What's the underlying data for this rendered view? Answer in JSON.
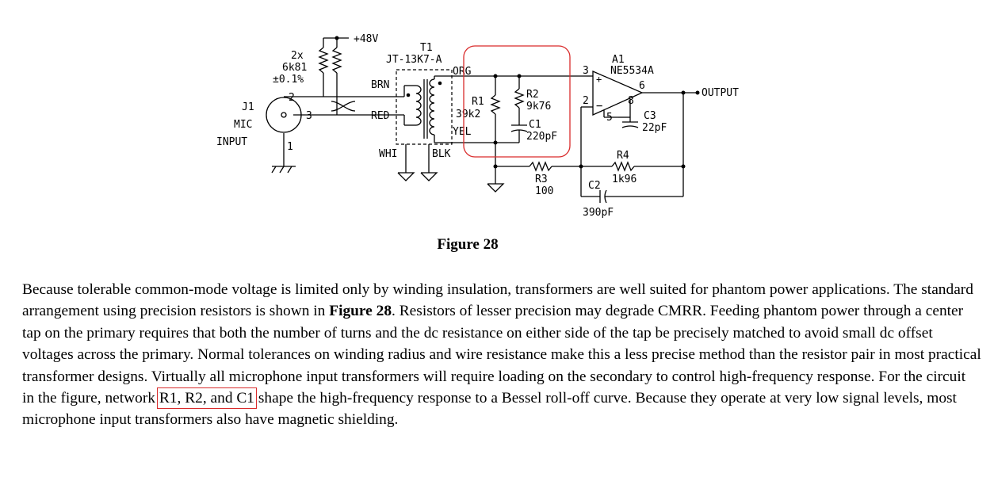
{
  "figure": {
    "caption": "Figure 28",
    "labels": {
      "supply": "+48V",
      "res_count": "2x",
      "res_value": "6k81",
      "res_tol": "±0.1%",
      "xfmr_ref": "T1",
      "xfmr_part": "JT-13K7-A",
      "org": "ORG",
      "brn": "BRN",
      "red": "RED",
      "whi": "WHI",
      "yel": "YEL",
      "blk": "BLK",
      "j1": "J1",
      "mic": "MIC",
      "input": "INPUT",
      "pin2": "2",
      "pin3": "3",
      "pin1": "1",
      "r1_ref": "R1",
      "r1_val": "39k2",
      "r2_ref": "R2",
      "r2_val": "9k76",
      "c1_ref": "C1",
      "c1_val": "220pF",
      "a1_ref": "A1",
      "a1_part": "NE5534A",
      "op_pin3": "3",
      "op_pin2": "2",
      "op_pin6": "6",
      "op_pin8": "8",
      "op_pin5": "5",
      "c3_ref": "C3",
      "c3_val": "22pF",
      "output": "OUTPUT",
      "r3_ref": "R3",
      "r3_val": "100",
      "r4_ref": "R4",
      "r4_val": "1k96",
      "c2_ref": "C2",
      "c2_val": "390pF"
    }
  },
  "body": {
    "p1": "Because tolerable common-mode voltage is limited only by winding insulation, transformers are well suited for phantom power applications. The standard arrangement using precision resistors is shown in ",
    "fig_ref": "Figure 28",
    "p2": ". Resistors of lesser precision may degrade CMRR. Feeding phantom power through a center tap on the primary requires that both the number of turns and the dc resistance on either side of the tap be precisely matched to avoid small dc offset voltages across the primary. Normal tolerances on winding radius and wire resistance make this a less precise method than the resistor pair in most practical transformer designs. Virtually all microphone input transformers will require loading on the secondary  to control high-frequency response. For the circuit in the figure, network",
    "network": "R1, R2, and C1",
    "p3": "shape the high-frequency response to a Bessel roll-off curve. Because they operate at very low signal levels, most microphone input transformers also have magnetic shielding."
  }
}
